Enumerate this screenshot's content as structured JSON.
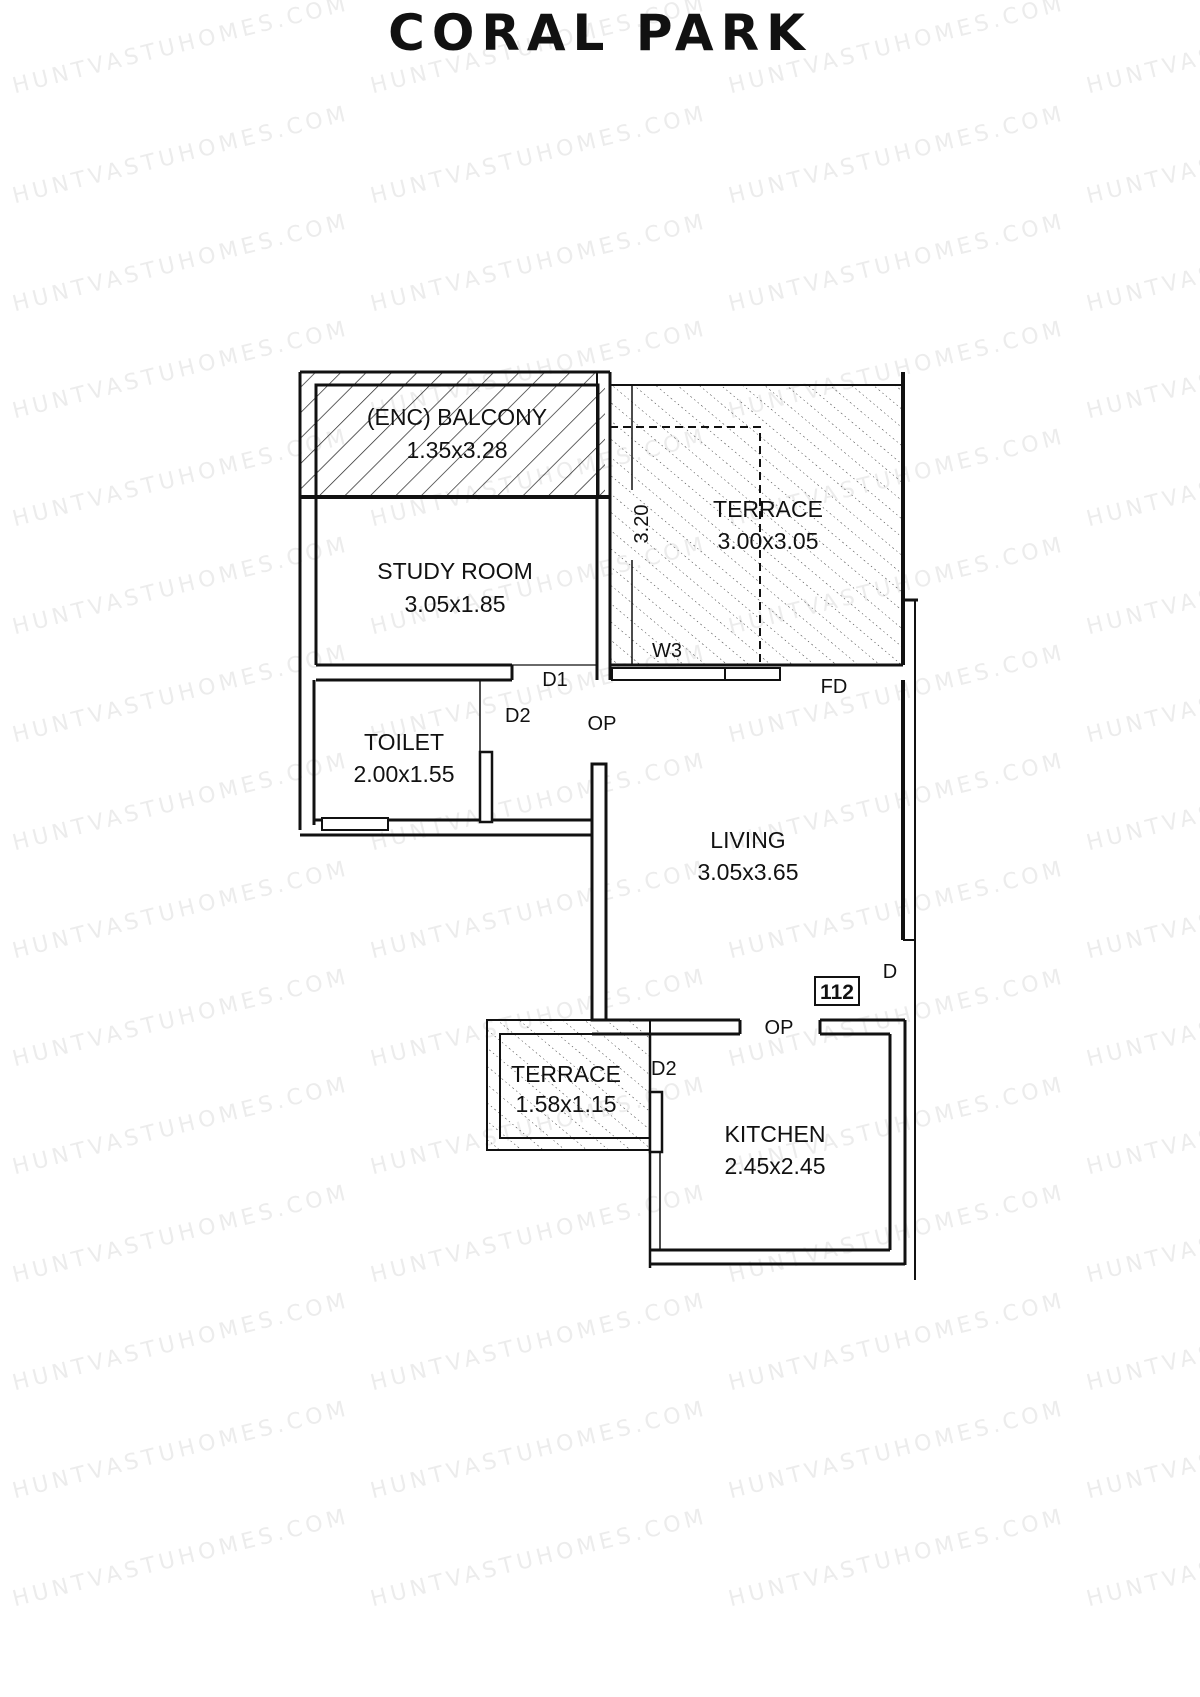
{
  "title": "CORAL PARK",
  "watermark": "HUNTVASTUHOMES.COM",
  "plan": {
    "unit_number": "112",
    "rooms": [
      {
        "id": "enc-balcony",
        "name": "(ENC) BALCONY",
        "size": "1.35x3.28",
        "fill": "diagonal-hatch"
      },
      {
        "id": "study-room",
        "name": "STUDY ROOM",
        "size": "3.05x1.85",
        "fill": "none"
      },
      {
        "id": "terrace-main",
        "name": "TERRACE",
        "size": "3.00x3.05",
        "fill": "dotted-hatch"
      },
      {
        "id": "toilet",
        "name": "TOILET",
        "size": "2.00x1.55",
        "fill": "none"
      },
      {
        "id": "living",
        "name": "LIVING",
        "size": "3.05x3.65",
        "fill": "none"
      },
      {
        "id": "terrace-small",
        "name": "TERRACE",
        "size": "1.58x1.15",
        "fill": "dotted-hatch"
      },
      {
        "id": "kitchen",
        "name": "KITCHEN",
        "size": "2.45x2.45",
        "fill": "none"
      }
    ],
    "annotations": {
      "dimension": "3.20",
      "window_w3": "W3",
      "door_d1": "D1",
      "door_d2_toilet": "D2",
      "door_d2_kitchen": "D2",
      "opening_top": "OP",
      "opening_kitchen": "OP",
      "french_door": "FD",
      "main_door": "D"
    }
  }
}
